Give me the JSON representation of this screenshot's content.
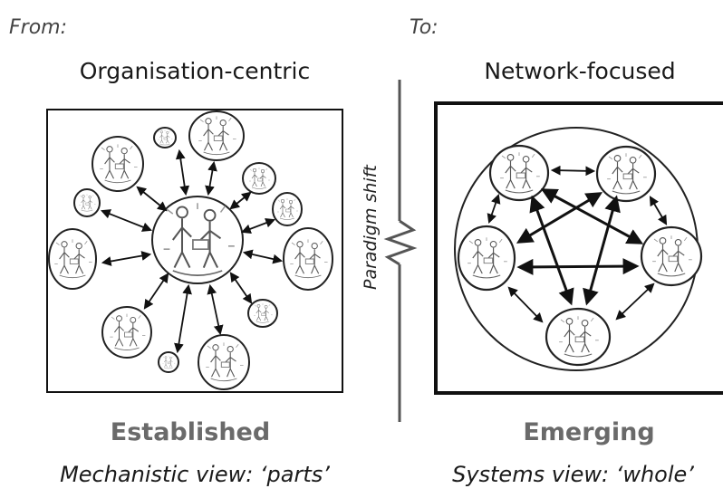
{
  "left": {
    "heading": "From:",
    "title": "Organisation-centric",
    "label": "Established",
    "caption": "Mechanistic view: ‘parts’"
  },
  "right": {
    "heading": "To:",
    "title": "Network-focused",
    "label": "Emerging",
    "caption": "Systems view: ‘whole’"
  },
  "divider": {
    "label": "Paradigm shift"
  },
  "icon_names": [
    "people-group-sketch",
    "double-arrow",
    "zigzag-break"
  ]
}
